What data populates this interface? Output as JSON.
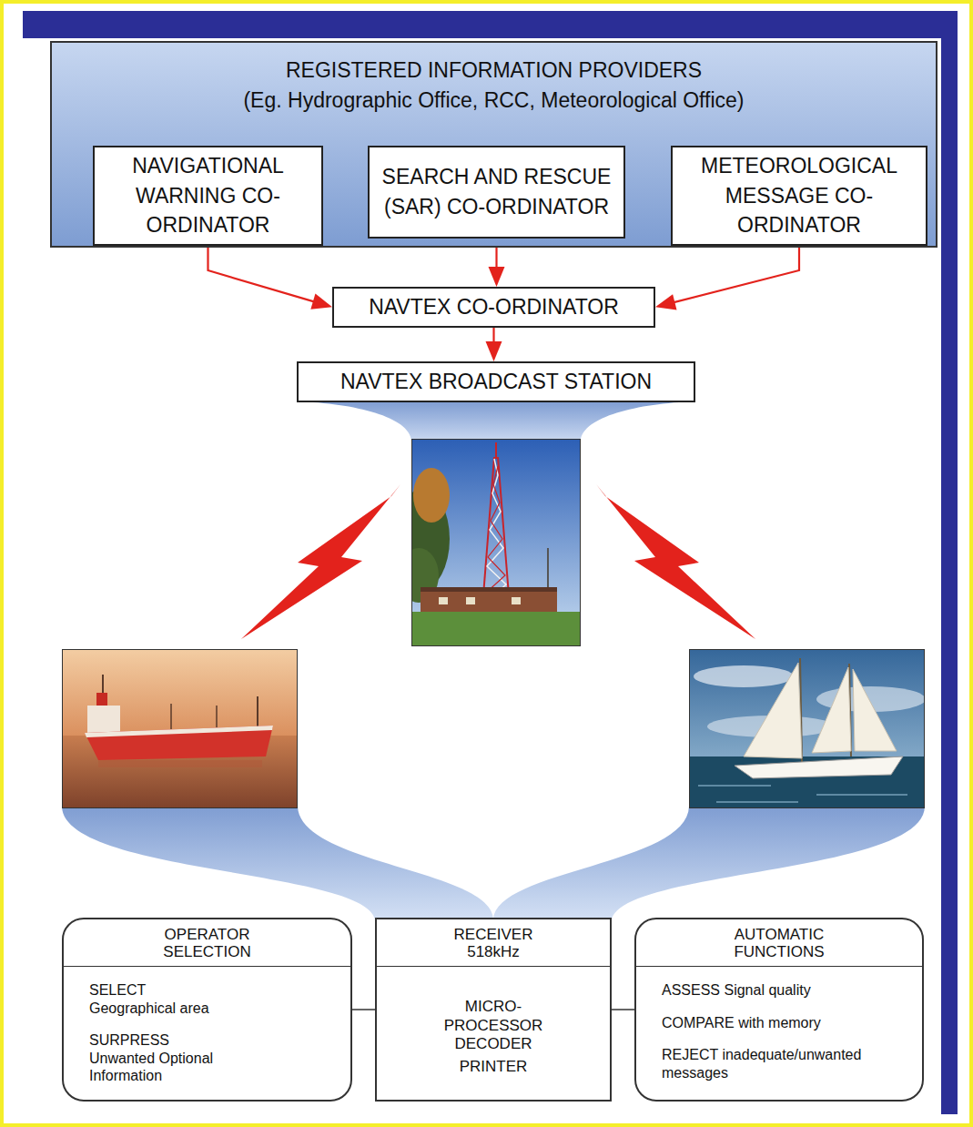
{
  "diagram": {
    "nodes": [
      {
        "text": [
          "REGISTERED INFORMATION PROVIDERS",
          "(Eg. Hydrographic Office, RCC, Meteorological Office)"
        ]
      },
      {
        "text": [
          "NAVIGATIONAL WARNING CO-ORDINATOR"
        ],
        "in": 0
      },
      {
        "text": [
          "SEARCH AND RESCUE (SAR) CO-ORDINATOR"
        ],
        "in": 0
      },
      {
        "text": [
          "METEOROLOGICAL MESSAGE CO-ORDINATOR"
        ],
        "in": 0
      },
      {
        "text": [
          "NAVTEX CO-ORDINATOR"
        ]
      },
      {
        "text": [
          "NAVTEX BROADCAST STATION"
        ]
      },
      {
        "text": [
          "OPERATOR SELECTION",
          "SELECT Geographical area",
          "SURPRESS Unwanted Optional Information"
        ]
      },
      {
        "text": [
          "RECEIVER 518kHz",
          "MICRO-PROCESSOR DECODER",
          "PRINTER"
        ]
      },
      {
        "text": [
          "AUTOMATIC FUNCTIONS",
          "ASSESS Signal quality",
          "COMPARE with memory",
          "REJECT inadequate/unwanted messages"
        ]
      }
    ],
    "edges": [
      {
        "from": 1,
        "to": 4,
        "arrow": "to"
      },
      {
        "from": 2,
        "to": 4,
        "arrow": "to"
      },
      {
        "from": 3,
        "to": 4,
        "arrow": "to"
      },
      {
        "from": 4,
        "to": 5,
        "arrow": "to"
      },
      {
        "from": 6,
        "to": 7,
        "arrow": "none"
      },
      {
        "from": 7,
        "to": 8,
        "arrow": "none"
      }
    ]
  }
}
